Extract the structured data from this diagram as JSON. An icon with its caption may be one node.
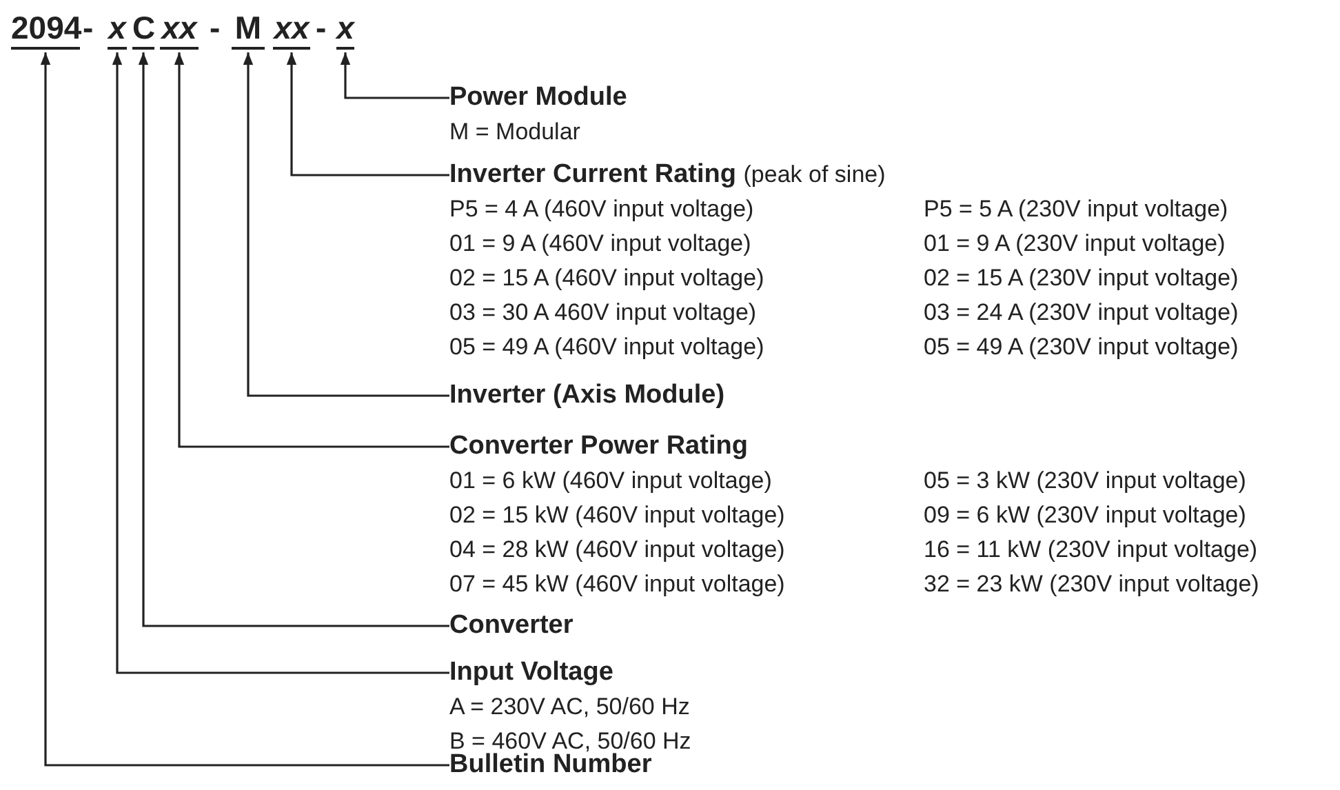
{
  "diagram": {
    "nodes": [
      {
        "text": [
          "2094"
        ]
      },
      {
        "text": [
          "x"
        ]
      },
      {
        "text": [
          "C"
        ]
      },
      {
        "text": [
          "xx"
        ]
      },
      {
        "text": [
          "M"
        ]
      },
      {
        "text": [
          "xx"
        ]
      },
      {
        "text": [
          "x"
        ]
      },
      {
        "text": [
          "Power Module",
          "M = Modular"
        ]
      },
      {
        "text": [
          "Inverter Current Rating",
          "P5 = 4 A (460V input voltage)",
          "01 = 9 A (460V input voltage)",
          "02 = 15 A (460V input voltage)",
          "03 = 30 A 460V input voltage)",
          "05 = 49 A (460V input voltage)",
          "P5 = 5 A (230V input voltage)",
          "01 = 9 A (230V input voltage)",
          "02 = 15 A (230V input voltage)",
          "03 = 24 A (230V input voltage)",
          "05 = 49 A (230V input voltage)"
        ],
        "beside": [
          "(peak of sine)"
        ]
      },
      {
        "text": [
          "Inverter (Axis Module)"
        ]
      },
      {
        "text": [
          "Converter Power Rating",
          "01 = 6 kW (460V input voltage)",
          "02 = 15 kW (460V input voltage)",
          "04 = 28 kW (460V input voltage)",
          "07 = 45 kW (460V input voltage)",
          "05 = 3 kW (230V input voltage)",
          "09 = 6 kW (230V input voltage)",
          "16 = 11 kW (230V input voltage)",
          "32 = 23 kW (230V input voltage)"
        ]
      },
      {
        "text": [
          "Converter"
        ]
      },
      {
        "text": [
          "Input Voltage",
          "A = 230V AC, 50/60 Hz",
          "B = 460V AC, 50/60 Hz"
        ]
      },
      {
        "text": [
          "Bulletin Number"
        ]
      }
    ],
    "edges": [
      {
        "from": 7,
        "to": 6,
        "arrow": "to"
      },
      {
        "from": 8,
        "to": 5,
        "arrow": "to"
      },
      {
        "from": 9,
        "to": 4,
        "arrow": "to"
      },
      {
        "from": 10,
        "to": 3,
        "arrow": "to"
      },
      {
        "from": 11,
        "to": 2,
        "arrow": "to"
      },
      {
        "from": 12,
        "to": 1,
        "arrow": "to"
      },
      {
        "from": 13,
        "to": 0,
        "arrow": "to"
      }
    ],
    "labels": [
      "-",
      "-",
      "-"
    ]
  }
}
